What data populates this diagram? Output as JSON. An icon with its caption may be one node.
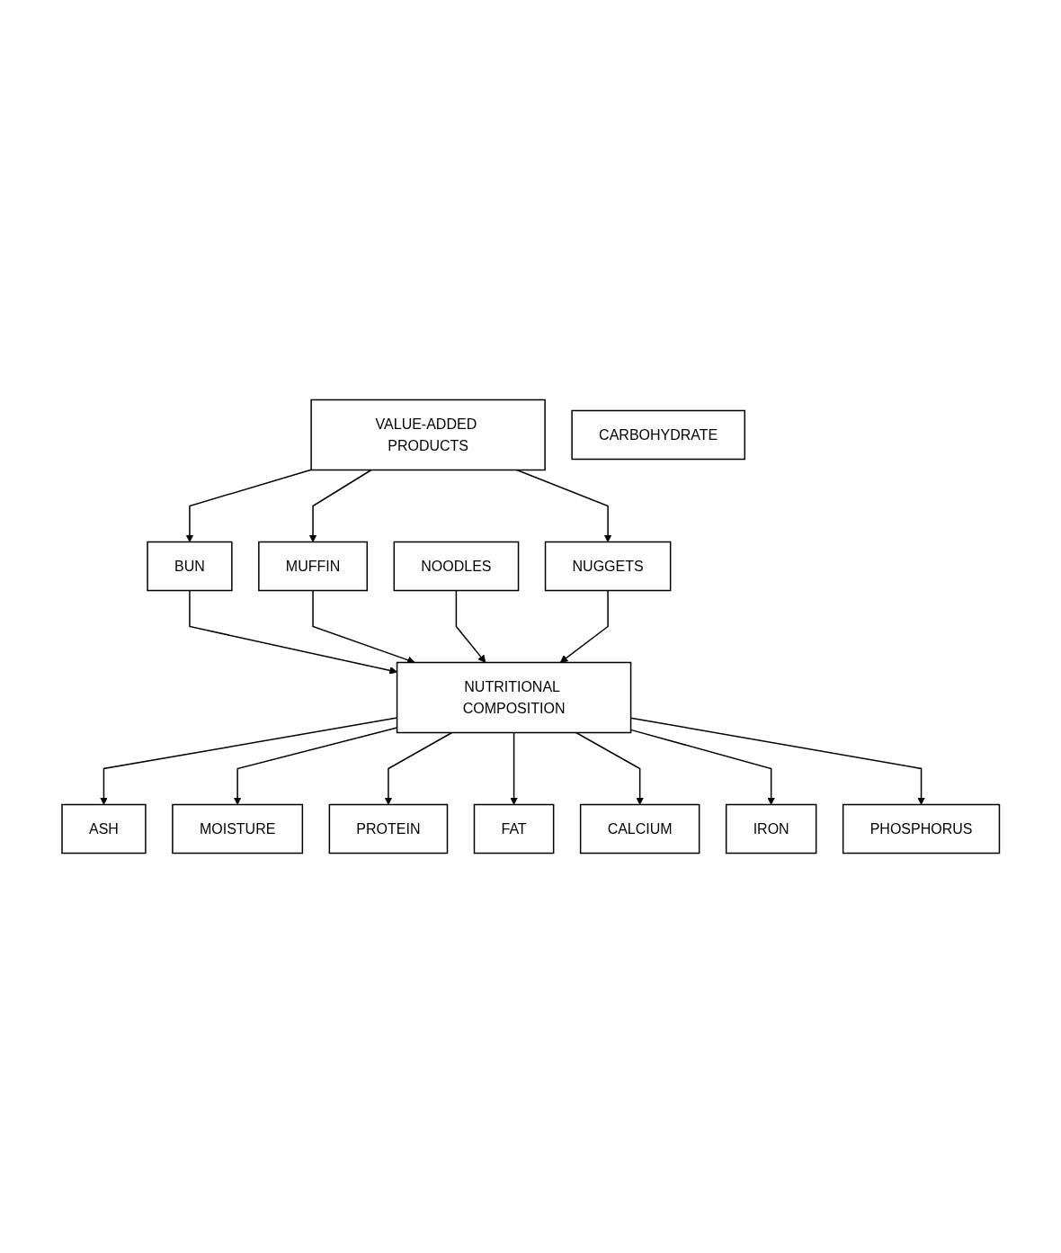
{
  "diagram": {
    "nodes": [
      {
        "text": [
          "VALUE-ADDED PRODUCTS"
        ]
      },
      {
        "text": [
          "BUN"
        ]
      },
      {
        "text": [
          "MUFFIN"
        ]
      },
      {
        "text": [
          "NOODLES"
        ]
      },
      {
        "text": [
          "NUGGETS"
        ]
      },
      {
        "text": [
          "NUTRITIONAL COMPOSITION"
        ]
      },
      {
        "text": [
          "ASH"
        ]
      },
      {
        "text": [
          "MOISTURE"
        ]
      },
      {
        "text": [
          "CARBOHYDRATE"
        ]
      },
      {
        "text": [
          "PROTEIN"
        ]
      },
      {
        "text": [
          "FAT"
        ]
      },
      {
        "text": [
          "CALCIUM"
        ]
      },
      {
        "text": [
          "IRON"
        ]
      },
      {
        "text": [
          "PHOSPHORUS"
        ]
      }
    ],
    "edges": [
      {
        "from": 0,
        "to": 1,
        "arrow": "to"
      },
      {
        "from": 0,
        "to": 2,
        "arrow": "to"
      },
      {
        "from": 0,
        "to": 4,
        "arrow": "to"
      },
      {
        "from": 1,
        "to": 5,
        "arrow": "to"
      },
      {
        "from": 2,
        "to": 5,
        "arrow": "to"
      },
      {
        "from": 3,
        "to": 5,
        "arrow": "to"
      },
      {
        "from": 4,
        "to": 5,
        "arrow": "to"
      },
      {
        "from": 5,
        "to": 6,
        "arrow": "to"
      },
      {
        "from": 5,
        "to": 7,
        "arrow": "to"
      },
      {
        "from": 5,
        "to": 9,
        "arrow": "to"
      },
      {
        "from": 5,
        "to": 10,
        "arrow": "to"
      },
      {
        "from": 5,
        "to": 11,
        "arrow": "to"
      },
      {
        "from": 5,
        "to": 12,
        "arrow": "to"
      },
      {
        "from": 5,
        "to": 13,
        "arrow": "to"
      }
    ]
  }
}
